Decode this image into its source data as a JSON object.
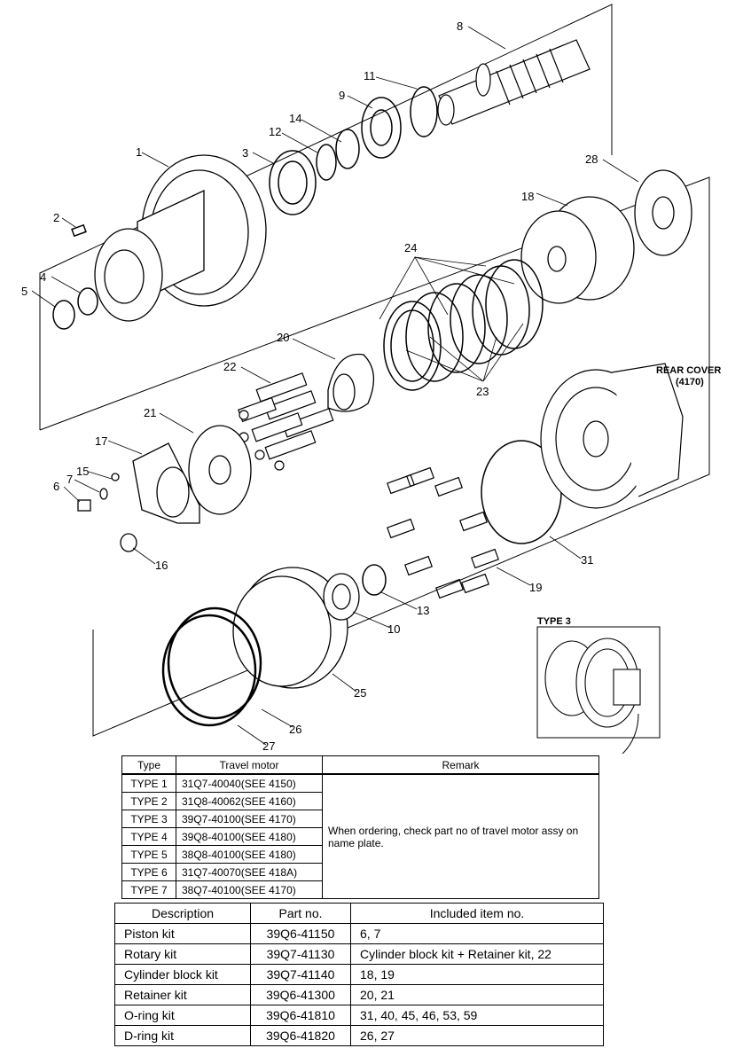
{
  "callouts": [
    {
      "n": "1"
    },
    {
      "n": "2"
    },
    {
      "n": "3"
    },
    {
      "n": "4"
    },
    {
      "n": "5"
    },
    {
      "n": "6"
    },
    {
      "n": "7"
    },
    {
      "n": "8"
    },
    {
      "n": "9"
    },
    {
      "n": "10"
    },
    {
      "n": "11"
    },
    {
      "n": "12"
    },
    {
      "n": "13"
    },
    {
      "n": "14"
    },
    {
      "n": "15"
    },
    {
      "n": "16"
    },
    {
      "n": "17"
    },
    {
      "n": "18"
    },
    {
      "n": "19"
    },
    {
      "n": "20"
    },
    {
      "n": "21"
    },
    {
      "n": "22"
    },
    {
      "n": "23"
    },
    {
      "n": "24"
    },
    {
      "n": "25"
    },
    {
      "n": "26"
    },
    {
      "n": "27"
    },
    {
      "n": "28"
    },
    {
      "n": "31"
    }
  ],
  "rear_cover_label": "REAR COVER",
  "rear_cover_code": "(4170)",
  "inset_label": "TYPE 3",
  "type_table": {
    "headers": [
      "Type",
      "Travel motor",
      "Remark"
    ],
    "rows": [
      {
        "type": "TYPE 1",
        "motor": "31Q7-40040(SEE 4150)"
      },
      {
        "type": "TYPE 2",
        "motor": "31Q8-40062(SEE 4160)"
      },
      {
        "type": "TYPE 3",
        "motor": "39Q7-40100(SEE 4170)"
      },
      {
        "type": "TYPE 4",
        "motor": "39Q8-40100(SEE 4180)"
      },
      {
        "type": "TYPE 5",
        "motor": "38Q8-40100(SEE 4180)"
      },
      {
        "type": "TYPE 6",
        "motor": "31Q7-40070(SEE 418A)"
      },
      {
        "type": "TYPE 7",
        "motor": "38Q7-40100(SEE 4170)"
      }
    ],
    "remark": "When ordering, check part no of travel motor assy on name plate."
  },
  "kit_table": {
    "headers": [
      "Description",
      "Part no.",
      "Included item no."
    ],
    "rows": [
      {
        "desc": "Piston kit",
        "part": "39Q6-41150",
        "items": "6, 7"
      },
      {
        "desc": "Rotary kit",
        "part": "39Q7-41130",
        "items": "Cylinder block kit + Retainer kit, 22"
      },
      {
        "desc": "Cylinder block kit",
        "part": "39Q7-41140",
        "items": "18, 19"
      },
      {
        "desc": "Retainer kit",
        "part": "39Q6-41300",
        "items": "20, 21"
      },
      {
        "desc": "O-ring kit",
        "part": "39Q6-41810",
        "items": "31, 40, 45, 46, 53, 59"
      },
      {
        "desc": "D-ring kit",
        "part": "39Q6-41820",
        "items": "26, 27"
      }
    ]
  }
}
